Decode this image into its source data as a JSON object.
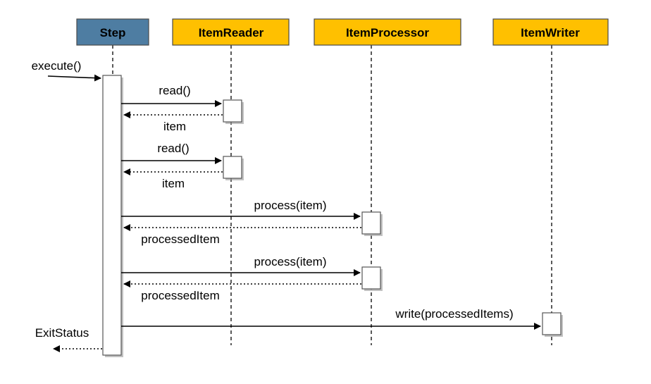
{
  "diagram": {
    "lifelines": {
      "step": {
        "label": "Step",
        "color": "#4E7DA2"
      },
      "reader": {
        "label": "ItemReader",
        "color": "#FFC000"
      },
      "processor": {
        "label": "ItemProcessor",
        "color": "#FFC000"
      },
      "writer": {
        "label": "ItemWriter",
        "color": "#FFC000"
      }
    },
    "messages": {
      "execute": "execute()",
      "read_1": "read()",
      "item_1": "item",
      "read_2": "read()",
      "item_2": "item",
      "process_1": "process(item)",
      "processed_1": "processedItem",
      "process_2": "process(item)",
      "processed_2": "processedItem",
      "write": "write(processedItems)",
      "exit_status": "ExitStatus"
    }
  }
}
